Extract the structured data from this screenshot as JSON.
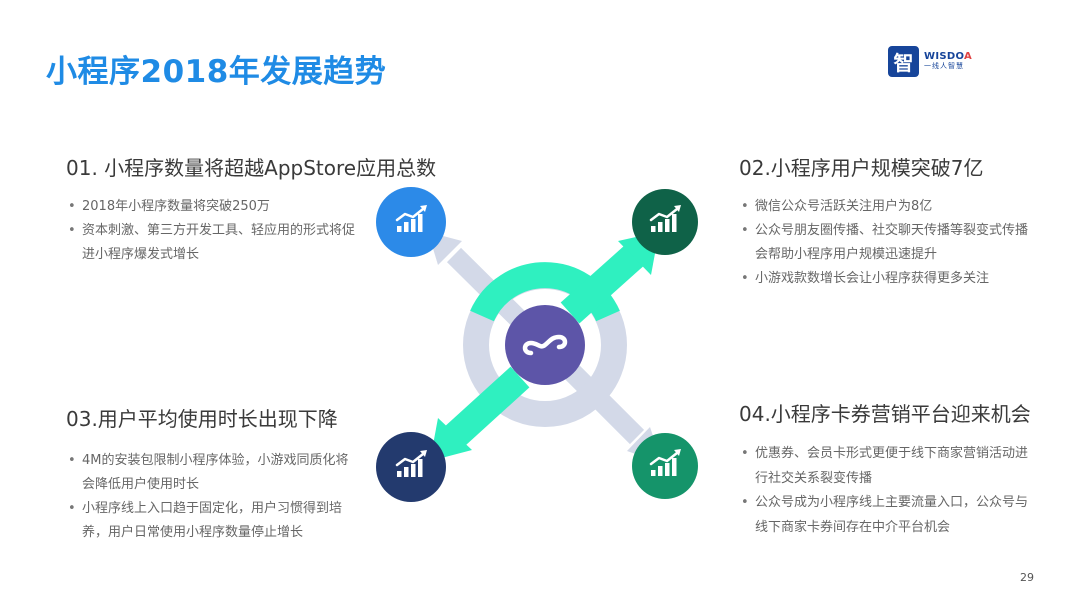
{
  "title": "小程序2018年发展趋势",
  "logo": {
    "glyph": "智",
    "en_prefix": "WISDO",
    "en_suffix": "A",
    "cn": "一线人智慧"
  },
  "sections": [
    {
      "heading": "01. 小程序数量将超越AppStore应用总数",
      "bullets": [
        "2018年小程序数量将突破250万",
        "资本刺激、第三方开发工具、轻应用的形式将促进小程序爆发式增长"
      ],
      "icon": "bar-chart-trend-icon",
      "icon_color": "#2c8ae8"
    },
    {
      "heading": "02.小程序用户规模突破7亿",
      "bullets": [
        "微信公众号活跃关注用户为8亿",
        "公众号朋友圈传播、社交聊天传播等裂变式传播会帮助小程序用户规模迅速提升",
        "小游戏款数增长会让小程序获得更多关注"
      ],
      "icon": "bar-chart-trend-icon",
      "icon_color": "#0f6248"
    },
    {
      "heading": "03.用户平均使用时长出现下降",
      "bullets": [
        "4M的安装包限制小程序体验，小游戏同质化将会降低用户使用时长",
        "小程序线上入口趋于固定化，用户习惯得到培养，用户日常使用小程序数量停止增长"
      ],
      "icon": "bar-chart-trend-icon",
      "icon_color": "#233a6e"
    },
    {
      "heading": "04.小程序卡券营销平台迎来机会",
      "bullets": [
        "优惠券、会员卡形式更便于线下商家营销活动进行社交关系裂变传播",
        "公众号成为小程序线上主要流量入口，公众号与线下商家卡券间存在中介平台机会"
      ],
      "icon": "bar-chart-trend-icon",
      "icon_color": "#15946a"
    }
  ],
  "center_icon": "mini-program-logo-icon",
  "colors": {
    "title": "#1f8be5",
    "center_ring": "#d3d9e8",
    "center_circle": "#5d55a8",
    "arrow_green": "#2ff0c0",
    "arrow_grey": "#d3d9e8"
  },
  "page_number": "29"
}
